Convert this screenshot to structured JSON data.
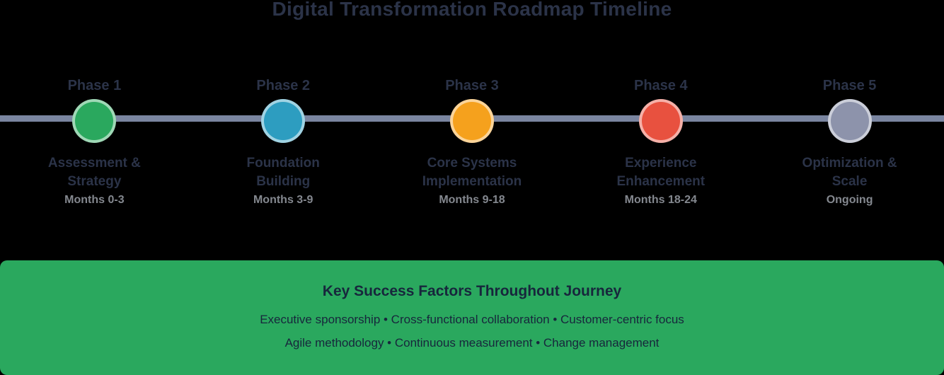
{
  "title": "Digital Transformation Roadmap Timeline",
  "phases": [
    {
      "label": "Phase 1",
      "color": "#2aa85e",
      "desc_line1": "Assessment &",
      "desc_line2": "Strategy",
      "period": "Months 0-3"
    },
    {
      "label": "Phase 2",
      "color": "#2d9dc0",
      "desc_line1": "Foundation",
      "desc_line2": "Building",
      "period": "Months 3-9"
    },
    {
      "label": "Phase 3",
      "color": "#f5a11d",
      "desc_line1": "Core Systems",
      "desc_line2": "Implementation",
      "period": "Months 9-18"
    },
    {
      "label": "Phase 4",
      "color": "#e8513f",
      "desc_line1": "Experience",
      "desc_line2": "Enhancement",
      "period": "Months 18-24"
    },
    {
      "label": "Phase 5",
      "color": "#8d93ab",
      "desc_line1": "Optimization &",
      "desc_line2": "Scale",
      "period": "Ongoing"
    }
  ],
  "banner": {
    "background": "#2aa85e",
    "title": "Key Success Factors Throughout Journey",
    "factors_line1": "Executive sponsorship • Cross-functional collaboration • Customer-centric focus",
    "factors_line2": "Agile methodology • Continuous measurement • Change management"
  },
  "colors": {
    "background": "#000000",
    "timeline_line": "#7a85a0",
    "heading_text": "#2b3348",
    "period_text": "#84888f",
    "banner_text": "#17263c"
  }
}
